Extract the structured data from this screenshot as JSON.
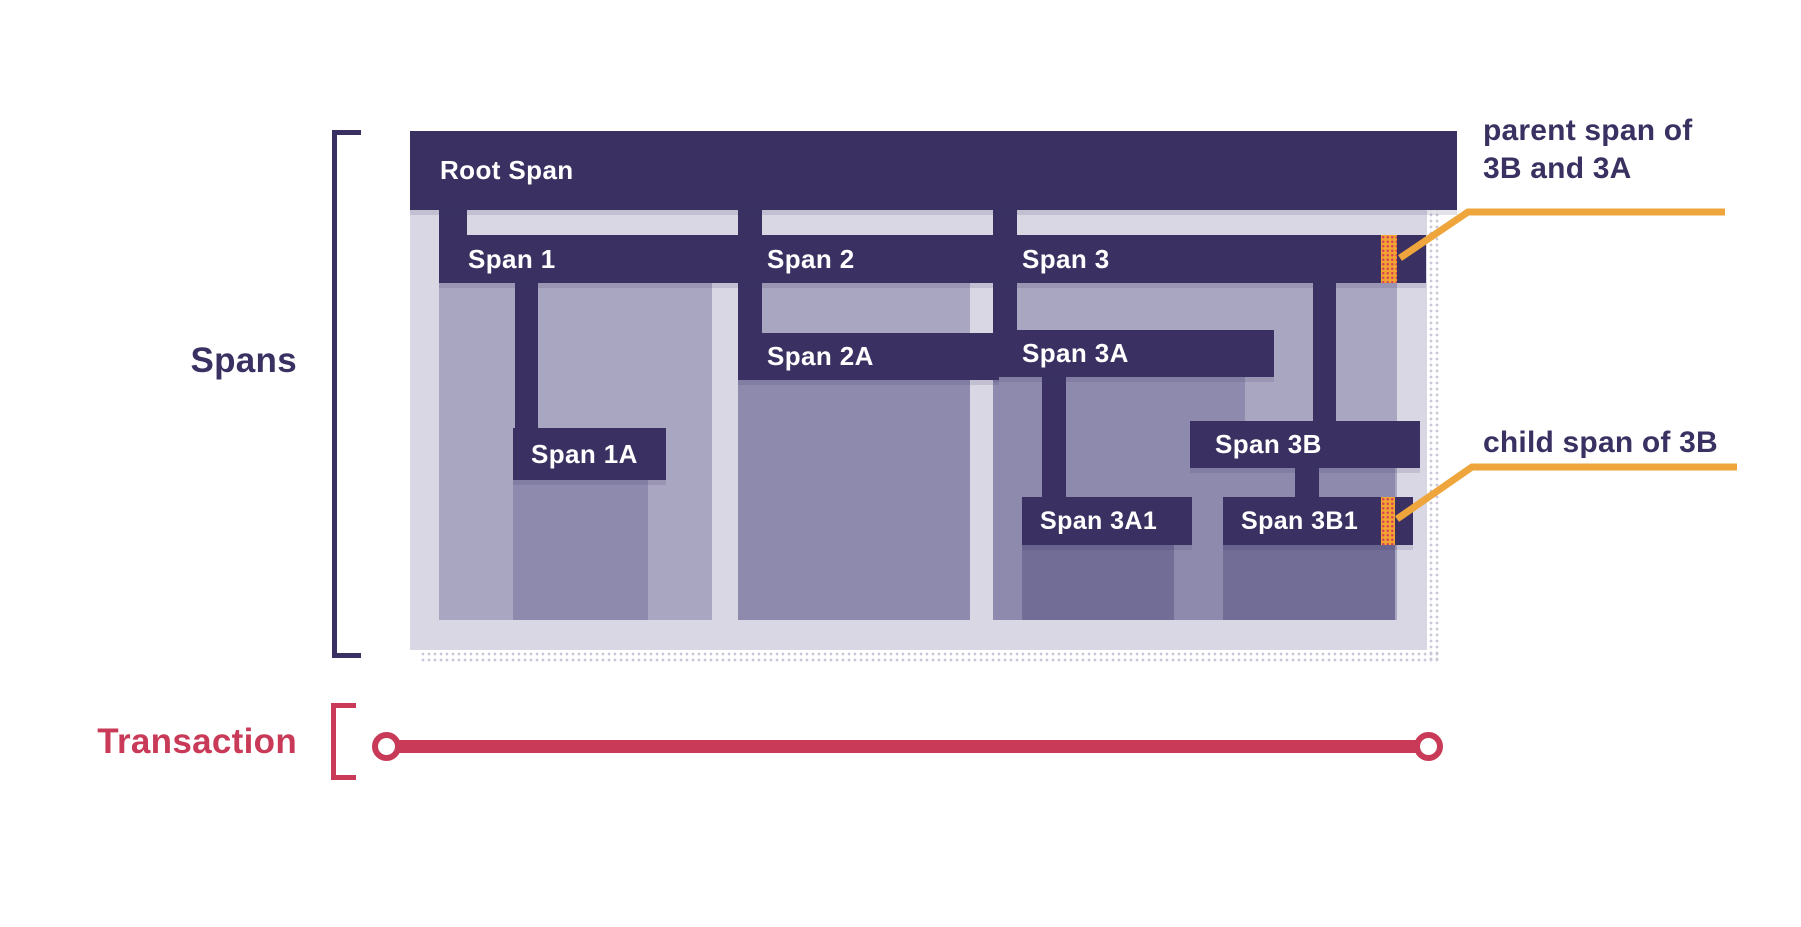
{
  "left_labels": {
    "spans": "Spans",
    "transaction": "Transaction"
  },
  "bars": {
    "root": "Root Span",
    "span1": "Span 1",
    "span1a": "Span 1A",
    "span2": "Span 2",
    "span2a": "Span 2A",
    "span3": "Span 3",
    "span3a": "Span 3A",
    "span3a1": "Span 3A1",
    "span3b": "Span 3B",
    "span3b1": "Span 3B1"
  },
  "annotations": {
    "parent_line1": "parent span of",
    "parent_line2": "3B and 3A",
    "child": "child span of 3B"
  },
  "colors": {
    "navy": "#3A3162",
    "container": "#D8D7E3",
    "shade1": "#A9A6C1",
    "shade2": "#8E8AAD",
    "shade3": "#716D97",
    "red": "#C83A57",
    "yellow": "#EEA53B",
    "orange": "#F2A432",
    "marker_dot": "#D6455A"
  }
}
